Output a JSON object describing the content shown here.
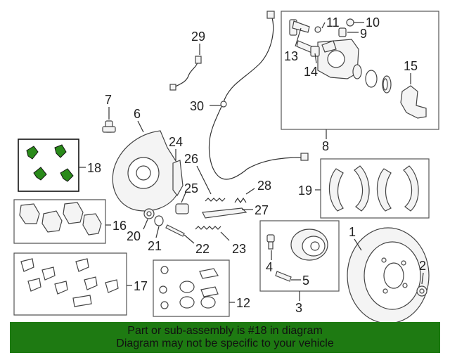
{
  "callouts": {
    "c1": "1",
    "c2": "2",
    "c3": "3",
    "c4": "4",
    "c5": "5",
    "c6": "6",
    "c7": "7",
    "c8": "8",
    "c9": "9",
    "c10": "10",
    "c11": "11",
    "c12": "12",
    "c13": "13",
    "c14": "14",
    "c15": "15",
    "c16": "16",
    "c17": "17",
    "c18": "18",
    "c19": "19",
    "c20": "20",
    "c21": "21",
    "c22": "22",
    "c23": "23",
    "c24": "24",
    "c25": "25",
    "c26": "26",
    "c27": "27",
    "c28": "28",
    "c29": "29",
    "c30": "30"
  },
  "highlight_color": "#2a8a1a",
  "banner": {
    "line1": "Part or sub-assembly is #18 in diagram",
    "line2": "Diagram may not be specific to your vehicle",
    "background": "#1e7a12"
  }
}
